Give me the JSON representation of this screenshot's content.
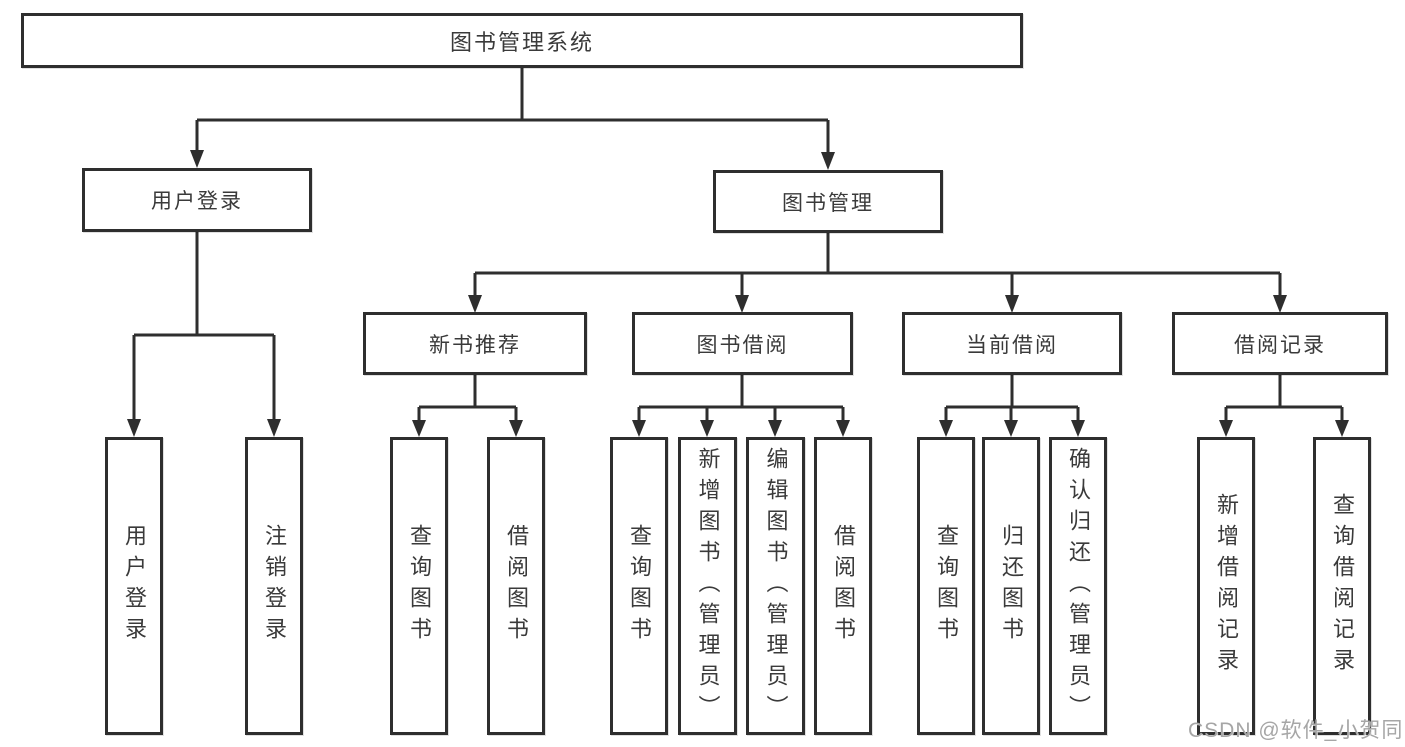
{
  "tree": {
    "root": "图书管理系统",
    "children": [
      {
        "label": "用户登录",
        "children": [
          {
            "label": "用户登录"
          },
          {
            "label": "注销登录"
          }
        ]
      },
      {
        "label": "图书管理",
        "children": [
          {
            "label": "新书推荐",
            "children": [
              {
                "label": "查询图书"
              },
              {
                "label": "借阅图书"
              }
            ]
          },
          {
            "label": "图书借阅",
            "children": [
              {
                "label": "查询图书"
              },
              {
                "label": "新增图书（管理员）"
              },
              {
                "label": "编辑图书（管理员）"
              },
              {
                "label": "借阅图书"
              }
            ]
          },
          {
            "label": "当前借阅",
            "children": [
              {
                "label": "查询图书"
              },
              {
                "label": "归还图书"
              },
              {
                "label": "确认归还（管理员）"
              }
            ]
          },
          {
            "label": "借阅记录",
            "children": [
              {
                "label": "新增借阅记录"
              },
              {
                "label": "查询借阅记录"
              }
            ]
          }
        ]
      }
    ]
  },
  "watermark": {
    "text": "CSDN @软件_小贺同学"
  },
  "colors": {
    "line": "#2e2e2e",
    "text": "#3a3a3a",
    "watermark": "#a6a6a6",
    "bg": "#ffffff"
  }
}
